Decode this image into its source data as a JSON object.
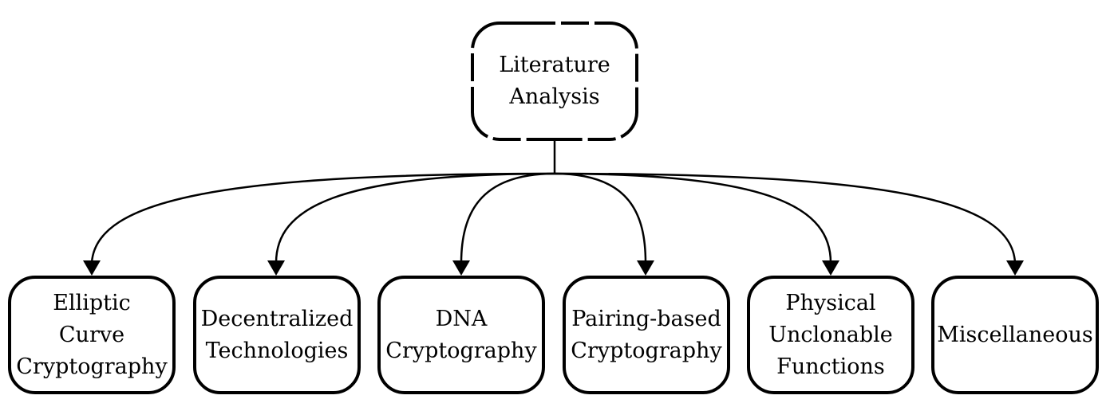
{
  "root": {
    "label": "Literature\nAnalysis"
  },
  "children": [
    {
      "label": "Elliptic\nCurve\nCryptography"
    },
    {
      "label": "Decentralized\nTechnologies"
    },
    {
      "label": "DNA\nCryptography"
    },
    {
      "label": "Pairing-based\nCryptography"
    },
    {
      "label": "Physical\nUnclonable\nFunctions"
    },
    {
      "label": "Miscellaneous"
    }
  ]
}
